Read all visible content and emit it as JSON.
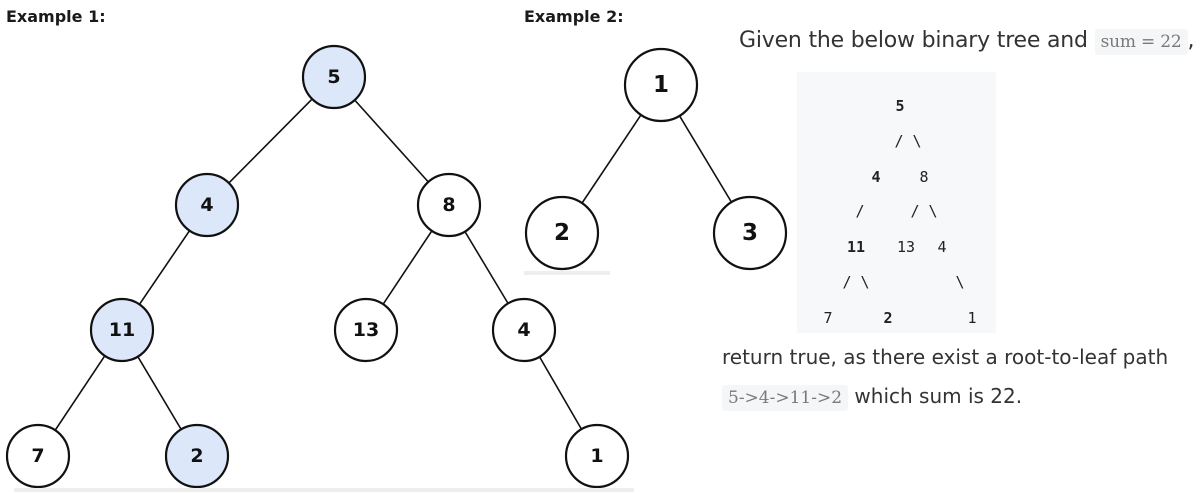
{
  "example1": {
    "heading": "Example 1:",
    "nodes": [
      {
        "label": "5",
        "highlight": true
      },
      {
        "label": "4",
        "highlight": true
      },
      {
        "label": "8",
        "highlight": false
      },
      {
        "label": "11",
        "highlight": true
      },
      {
        "label": "13",
        "highlight": false
      },
      {
        "label": "4",
        "highlight": false
      },
      {
        "label": "7",
        "highlight": false
      },
      {
        "label": "2",
        "highlight": true
      },
      {
        "label": "1",
        "highlight": false
      }
    ],
    "edges": [
      [
        0,
        1
      ],
      [
        0,
        2
      ],
      [
        1,
        3
      ],
      [
        2,
        4
      ],
      [
        2,
        5
      ],
      [
        3,
        6
      ],
      [
        3,
        7
      ],
      [
        5,
        8
      ]
    ]
  },
  "example2": {
    "heading": "Example 2:",
    "nodes": [
      {
        "label": "1",
        "highlight": false
      },
      {
        "label": "2",
        "highlight": false
      },
      {
        "label": "3",
        "highlight": false
      }
    ],
    "edges": [
      [
        0,
        1
      ],
      [
        0,
        2
      ]
    ]
  },
  "colors": {
    "highlight": "#dce8fa",
    "plain": "#ffffff",
    "stroke": "#111111"
  },
  "description": {
    "intro_text": "Given the below binary tree and",
    "sum_code": "sum = 22",
    "intro_suffix": ",",
    "code_tree": {
      "n5": "5",
      "slash_row1": "/ \\",
      "n4": "4",
      "n8": "8",
      "slash_row2a": "/",
      "slash_row2b": "/ \\",
      "n11": "11",
      "n13": "13",
      "n4b": "4",
      "slash_row3a": "/  \\",
      "slash_row3b": "\\",
      "n7": "7",
      "n2": "2",
      "n1": "1"
    },
    "result_line1": "return true, as there exist a root-to-leaf path",
    "path_code": "5->4->11->2",
    "result_line2_suffix": "which sum is 22."
  }
}
